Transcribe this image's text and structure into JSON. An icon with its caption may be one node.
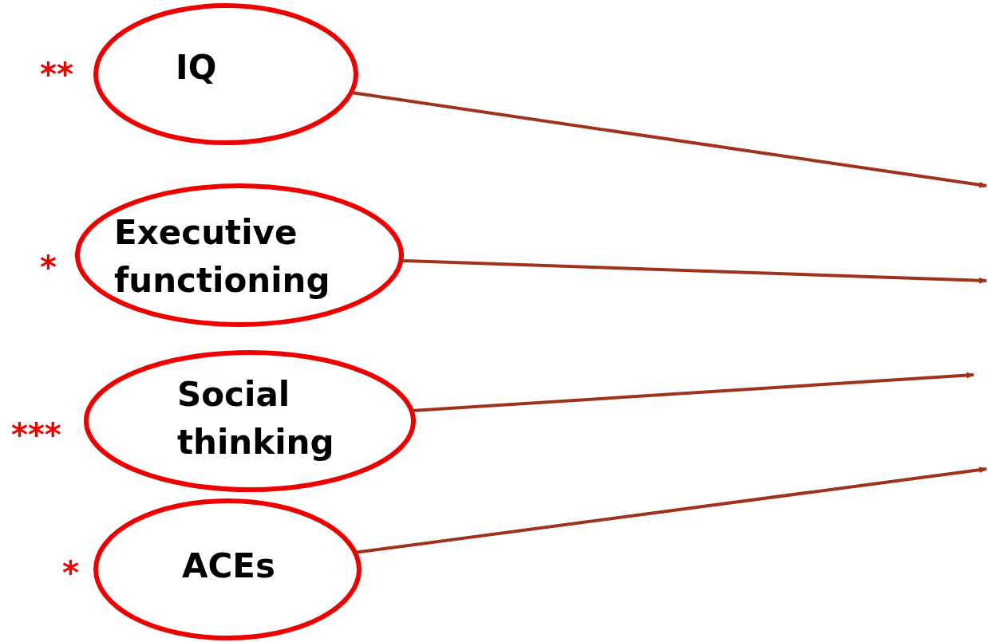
{
  "diagram": {
    "nodes": [
      {
        "text": [
          "IQ"
        ],
        "beside": [
          "**"
        ]
      },
      {
        "text": [
          "Executive functioning"
        ],
        "beside": [
          "*"
        ]
      },
      {
        "text": [
          "Social thinking"
        ],
        "beside": [
          "***"
        ]
      },
      {
        "text": [
          "ACEs"
        ],
        "beside": [
          "*"
        ]
      }
    ],
    "edges": [
      {
        "from": 0,
        "to": null,
        "arrow": "to"
      },
      {
        "from": 1,
        "to": null,
        "arrow": "to"
      },
      {
        "from": 2,
        "to": null,
        "arrow": "to"
      },
      {
        "from": 3,
        "to": null,
        "arrow": "to"
      }
    ]
  }
}
